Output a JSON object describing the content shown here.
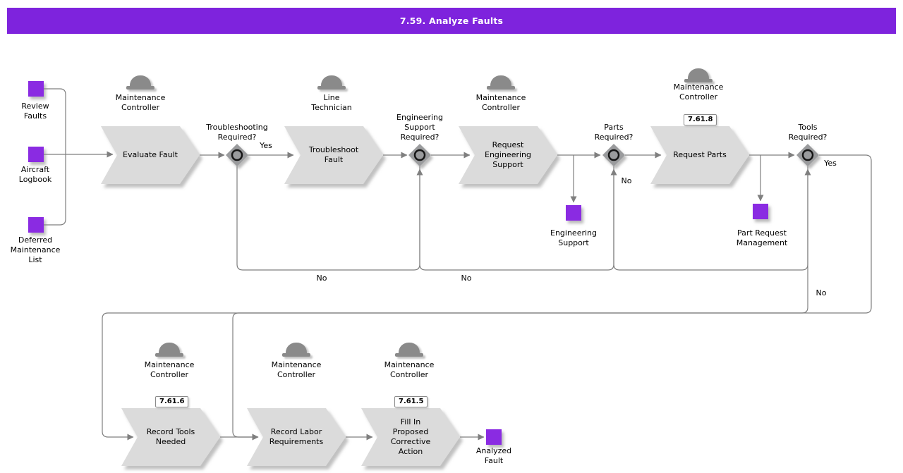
{
  "title": "7.59. Analyze Faults",
  "palette": {
    "header_purple": "#7E23DD",
    "data_object_purple": "#8A2BE2",
    "activity_gray": "#DBDBDB",
    "gateway_gray": "#9A9B9D",
    "connector_gray": "#7F7F7F",
    "hat_gray": "#8A8A8A"
  },
  "inputs": [
    {
      "label": "Review\nFaults"
    },
    {
      "label": "Aircraft\nLogbook"
    },
    {
      "label": "Deferred\nMaintenance\nList"
    }
  ],
  "activities": [
    {
      "label": "Evaluate Fault",
      "role": "Maintenance\nController"
    },
    {
      "label": "Troubleshoot\nFault",
      "role": "Line\nTechnician"
    },
    {
      "label": "Request\nEngineering\nSupport",
      "role": "Maintenance\nController"
    },
    {
      "label": "Request Parts",
      "role": "Maintenance\nController",
      "ref": "7.61.8"
    },
    {
      "label": "Record Tools\nNeeded",
      "role": "Maintenance\nController",
      "ref": "7.61.6"
    },
    {
      "label": "Record Labor\nRequirements",
      "role": "Maintenance\nController"
    },
    {
      "label": "Fill In\nProposed\nCorrective\nAction",
      "role": "Maintenance\nController",
      "ref": "7.61.5"
    }
  ],
  "gateways": [
    {
      "question": "Troubleshooting\nRequired?"
    },
    {
      "question": "Engineering\nSupport\nRequired?"
    },
    {
      "question": "Parts\nRequired?"
    },
    {
      "question": "Tools\nRequired?"
    }
  ],
  "outputs": [
    {
      "label": "Engineering\nSupport"
    },
    {
      "label": "Part Request\nManagement"
    },
    {
      "label": "Analyzed\nFault"
    }
  ],
  "edge_labels": {
    "troubleshooting_yes": "Yes",
    "troubleshooting_no": "No",
    "engineering_support_no": "No",
    "parts_no": "No",
    "tools_yes": "Yes",
    "tools_no": "No"
  }
}
